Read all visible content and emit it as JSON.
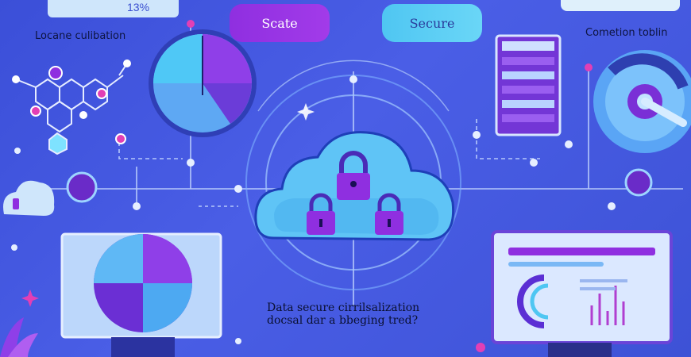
{
  "top_left_banner": {
    "text": "13%"
  },
  "left_label": "Locane culibation",
  "right_label": "Cometion toblin",
  "buttons": {
    "scale": "Scate",
    "secure": "Secure"
  },
  "caption": {
    "line1": "Data secure cirrilsalization",
    "line2": "docsal dar a bbeging tred?"
  },
  "colors": {
    "background": "#3d52d6",
    "accent_purple": "#8f2fe0",
    "accent_cyan": "#4fc6f2"
  }
}
